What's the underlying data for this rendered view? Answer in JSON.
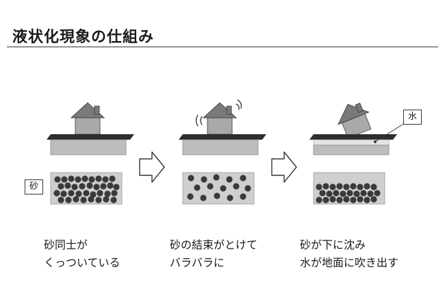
{
  "title": "液状化現象の仕組み",
  "label_sand": "砂",
  "label_water": "水",
  "captions": [
    {
      "line1": "砂同士が",
      "line2": "くっついている"
    },
    {
      "line1": "砂の結束がとけて",
      "line2": "バラバラに"
    },
    {
      "line1": "砂が下に沈み",
      "line2": "水が地面に吹き出す"
    }
  ],
  "colors": {
    "ground": "#bdbdbd",
    "house_wall": "#a9a9a9",
    "house_roof": "#7a7a7a",
    "surface_band": "#2e2e2e",
    "sand_box": "#cfcfcf",
    "grain": "#3a3a3a",
    "water": "#e4e4e4"
  }
}
